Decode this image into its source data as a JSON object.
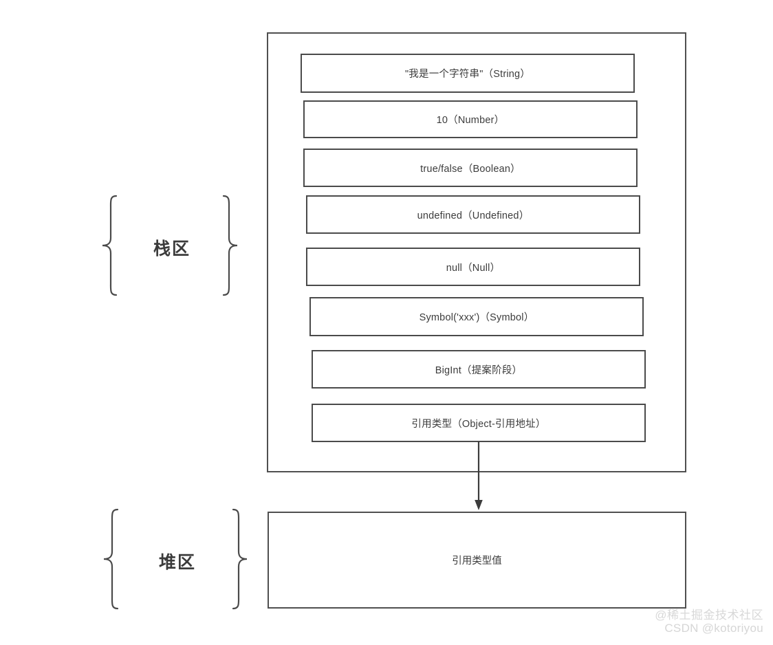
{
  "diagram": {
    "title": "JavaScript memory: stack area and heap area",
    "background_color": "#ffffff",
    "line_color": "#4a4a4a",
    "text_color": "#3c3c3c"
  },
  "stack_region": {
    "label": "栈区",
    "brace_left": "{",
    "brace_right": "}",
    "items": [
      {
        "text": "\"我是一个字符串\"（String）"
      },
      {
        "text": "10（Number）"
      },
      {
        "text": "true/false（Boolean）"
      },
      {
        "text": "undefined（Undefined）"
      },
      {
        "text": "null（Null）"
      },
      {
        "text": "Symbol('xxx')（Symbol）"
      },
      {
        "text": "BigInt（提案阶段）"
      },
      {
        "text": "引用类型（Object-引用地址）"
      }
    ]
  },
  "heap_region": {
    "label": "堆区",
    "brace_left": "{",
    "brace_right": "}",
    "box_text": "引用类型值"
  },
  "arrow": {
    "name": "reference-pointer-arrow",
    "from": "引用类型（Object-引用地址）",
    "to": "引用类型值"
  },
  "watermark": {
    "line1": "@稀土掘金技术社区",
    "line2": "CSDN @kotoriyou"
  }
}
